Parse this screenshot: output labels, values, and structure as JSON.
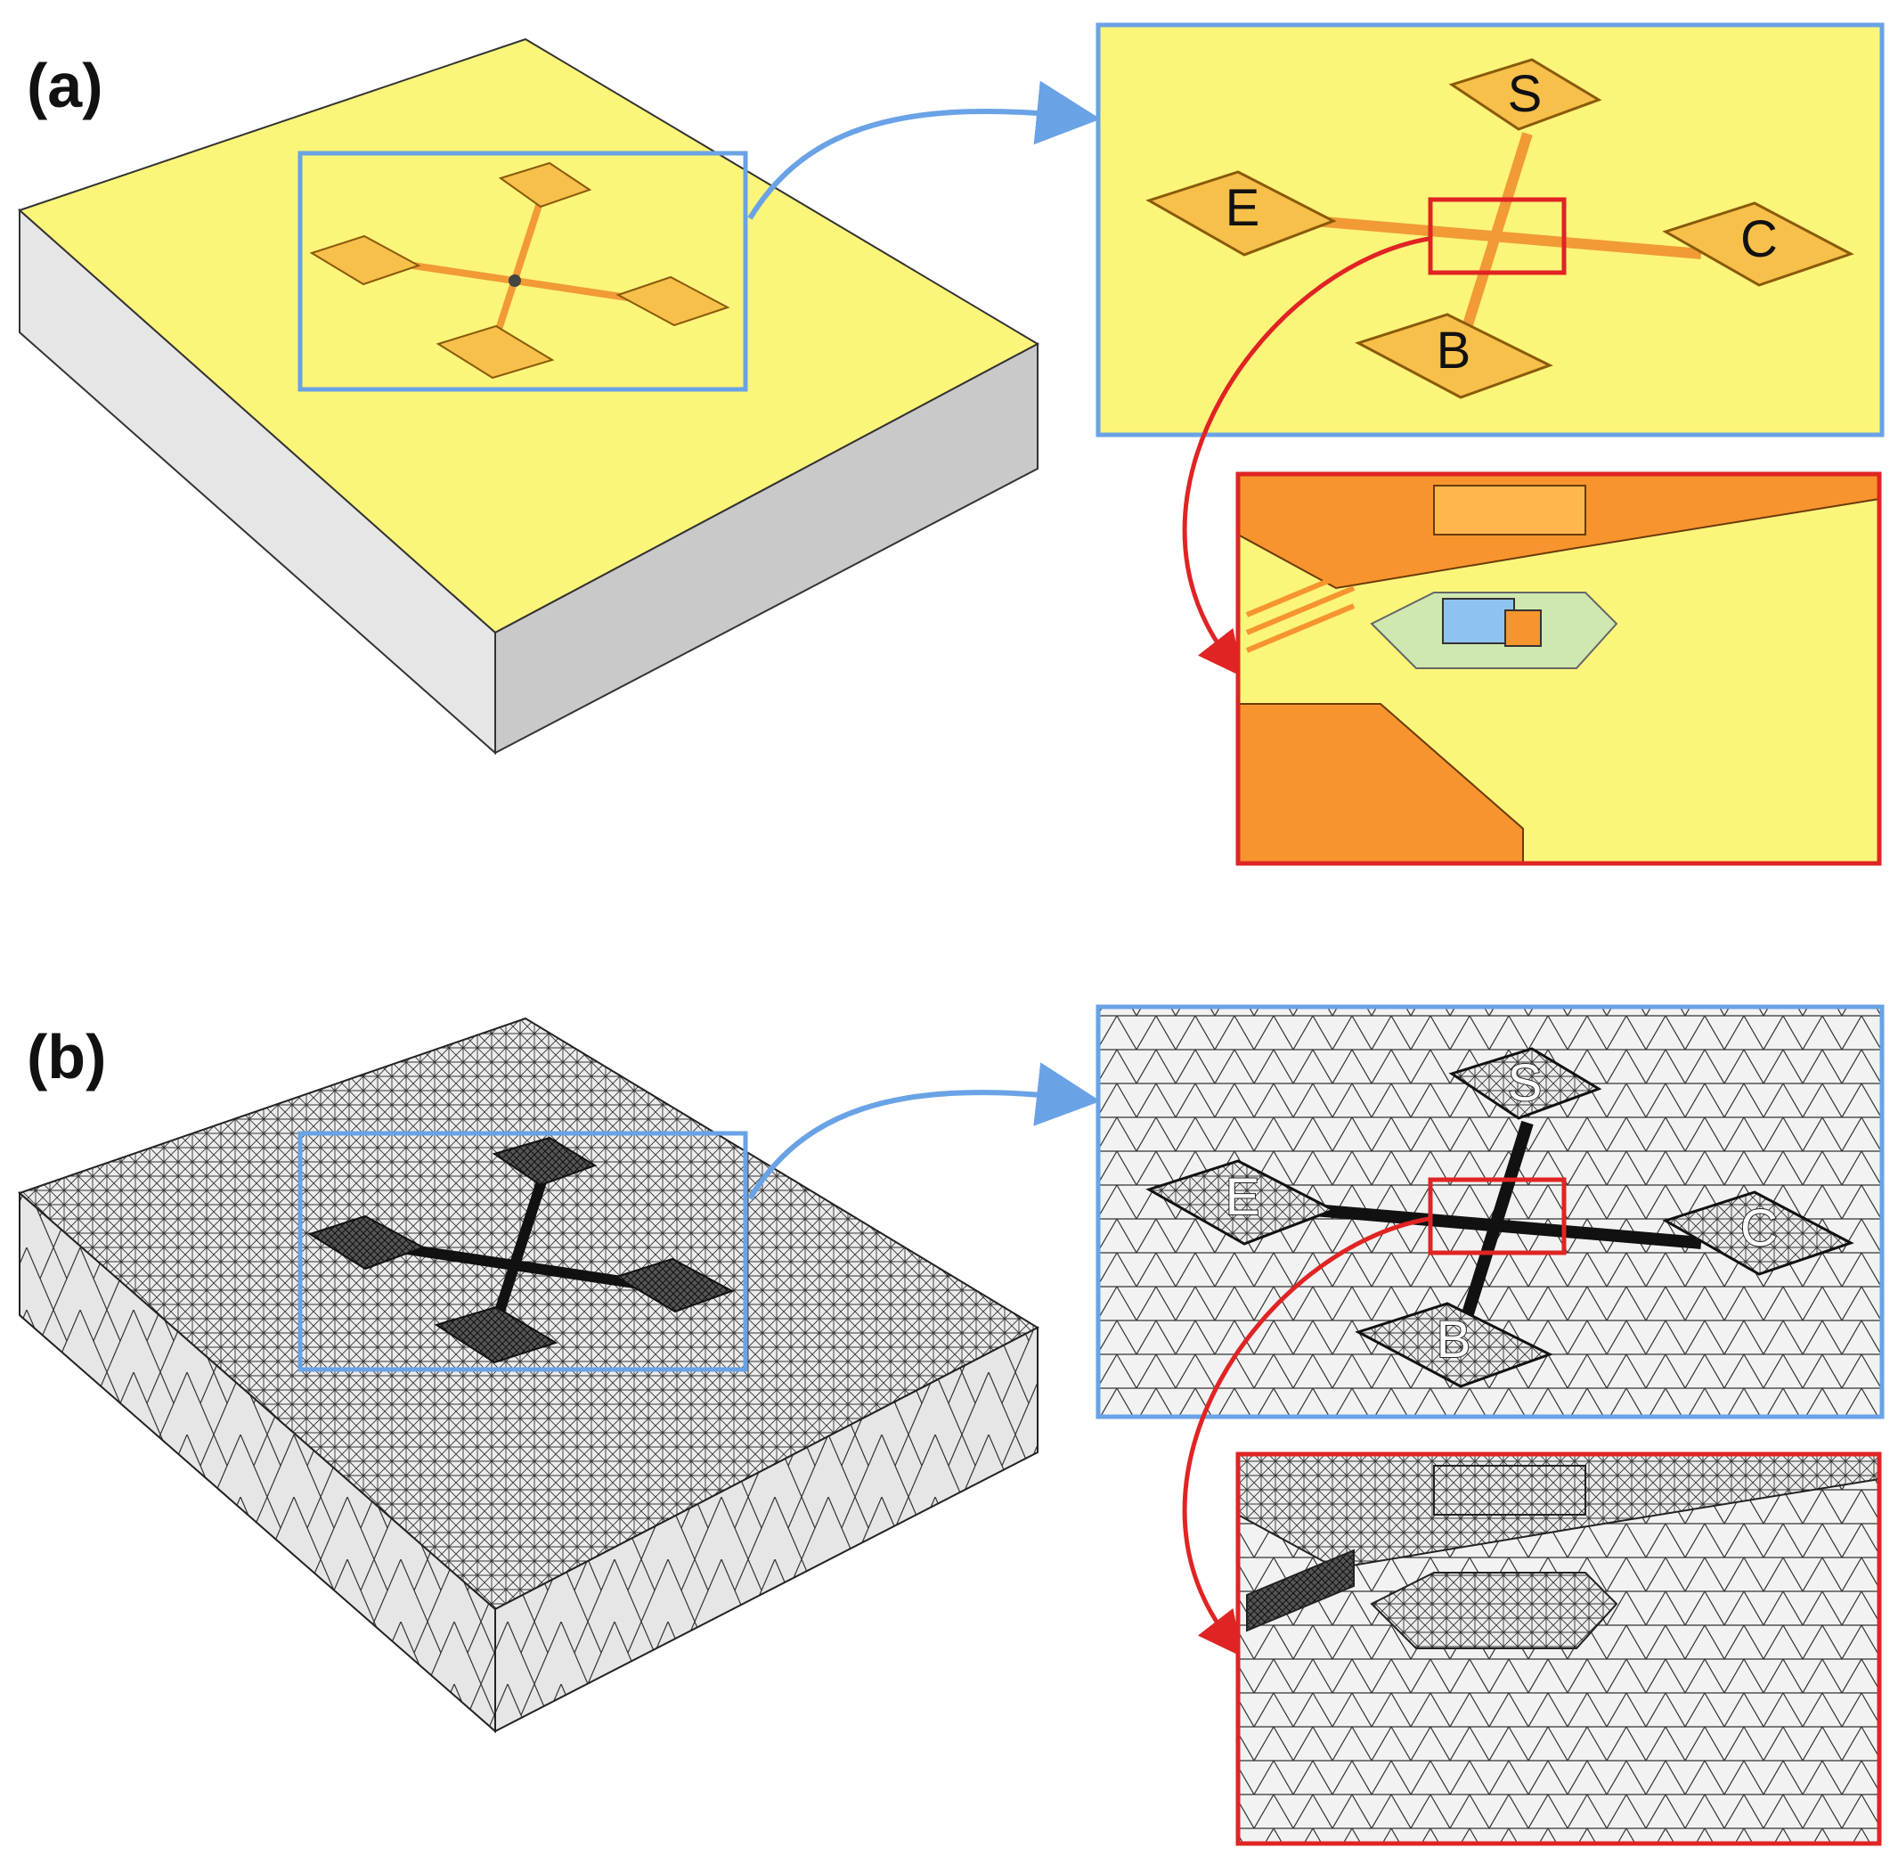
{
  "panels": [
    {
      "label": "(a)",
      "style": "geometry"
    },
    {
      "label": "(b)",
      "style": "mesh"
    }
  ],
  "pad_labels": {
    "s": "S",
    "e": "E",
    "c": "C",
    "b": "B"
  },
  "colors": {
    "substrate_top": "#fbf57a",
    "substrate_side": "#e4e4e4",
    "substrate_side_dark": "#c8c8c8",
    "pad": "#f7c04a",
    "pad_edge": "#b57a12",
    "trace": "#f19a36",
    "detail_orange": "#f7942e",
    "inset_frame_blue": "#6aa2e6",
    "inset_frame_red": "#e02424",
    "arrow_blue": "#6aa2e6",
    "arrow_red": "#e02424",
    "mesh_face": "#ededed",
    "mesh_line": "#222222"
  }
}
